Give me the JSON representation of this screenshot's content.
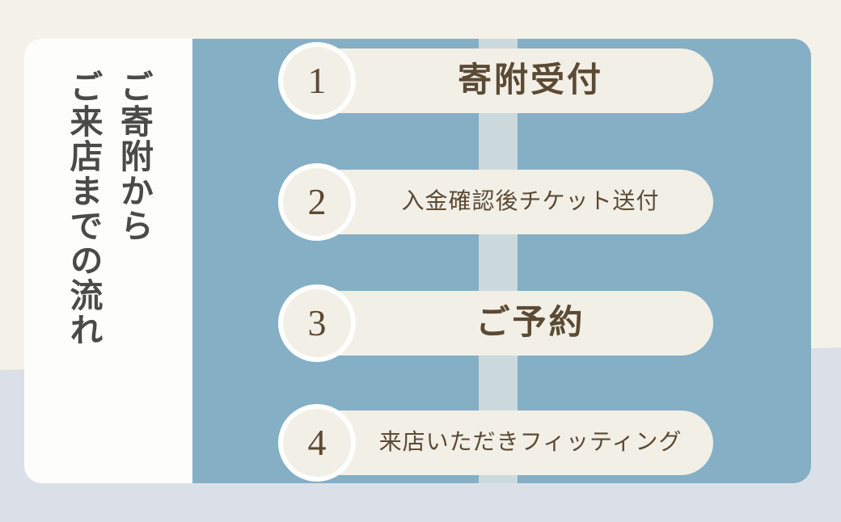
{
  "title_panel": {
    "vertical_text": "ご寄附から\nご来店までの流れ",
    "line_right": "ご寄附から",
    "line_left": "ご来店までの流れ"
  },
  "steps": [
    {
      "number": "1",
      "label": "寄附受付",
      "emphasis": "big"
    },
    {
      "number": "2",
      "label": "入金確認後チケット送付",
      "emphasis": "small"
    },
    {
      "number": "3",
      "label": "ご予約",
      "emphasis": "big"
    },
    {
      "number": "4",
      "label": "来店いただきフィッティング",
      "emphasis": "small"
    }
  ],
  "colors": {
    "background": "#f4f1e9",
    "panel_blue": "#84afc5",
    "panel_white": "#fdfdfb",
    "pill_cream": "#f2efe6",
    "connector": "#ccdade",
    "text_brown": "#5b4a34",
    "text_gray": "#4a4a4a",
    "band_gray_blue": "#dbe0e8",
    "ring_white": "#ffffff"
  }
}
